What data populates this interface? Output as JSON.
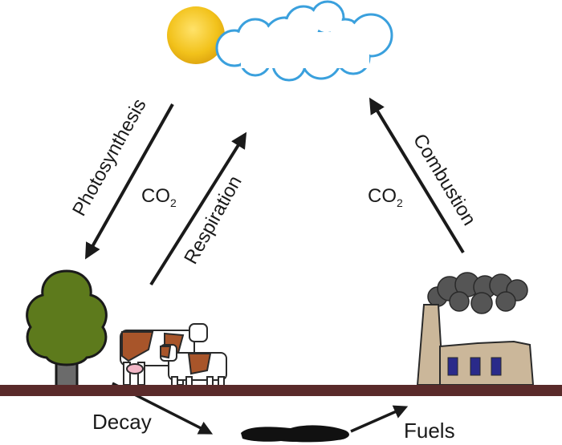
{
  "labels": {
    "photosynthesis": "Photosynthesis",
    "respiration": "Respiration",
    "combustion": "Combustion",
    "co2_left": "CO",
    "co2_left_sub": "2",
    "co2_right": "CO",
    "co2_right_sub": "2",
    "decay": "Decay",
    "fuels": "Fuels"
  },
  "icons": {
    "sun": "sun-icon",
    "cloud": "cloud-icon",
    "tree": "tree-icon",
    "cows": "cow-icon",
    "factory": "factory-icon",
    "smoke": "smoke-icon",
    "fuel": "fuel-puddle-icon"
  },
  "colors": {
    "sun": "#f2c21b",
    "cloud_outline": "#3aa0dd",
    "tree_canopy": "#5d7a1c",
    "tree_trunk": "#6b6b6b",
    "ground": "#5a2a2a",
    "arrow": "#1a1a1a",
    "smoke": "#555555",
    "factory_wall": "#cbb79a",
    "factory_window": "#2a2a8a"
  }
}
